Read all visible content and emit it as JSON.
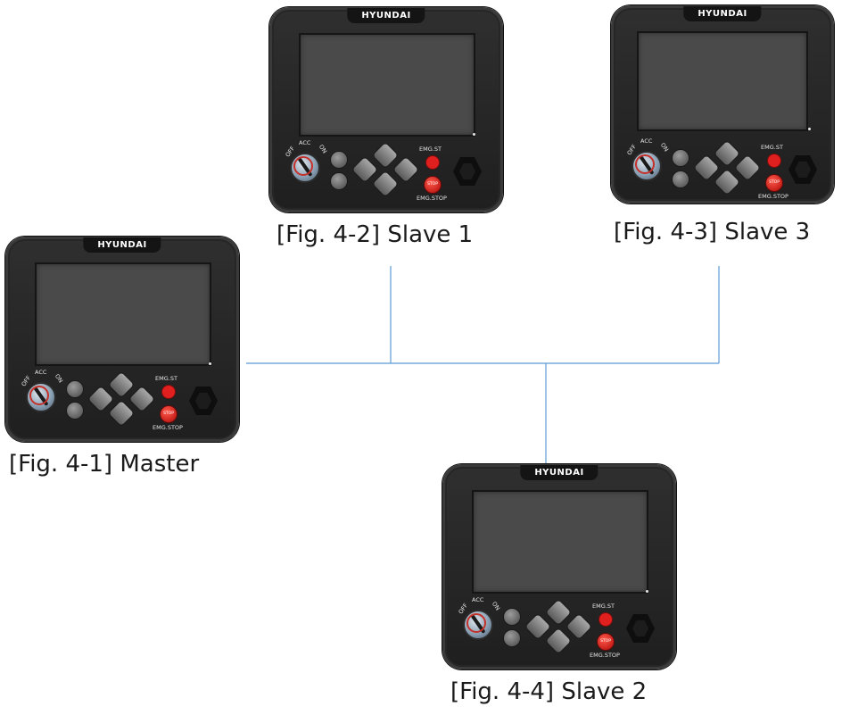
{
  "panel": {
    "brand": "HYUNDAI",
    "key_labels": {
      "off": "OFF",
      "acc": "ACC",
      "on": "ON"
    },
    "emg_st_label": "EMG.ST",
    "emg_stop_label": "EMG.STOP",
    "stop_button_text": "STOP"
  },
  "devices": [
    {
      "id": "master",
      "caption": "[Fig. 4-1] Master"
    },
    {
      "id": "slave1",
      "caption": "[Fig. 4-2] Slave 1"
    },
    {
      "id": "slave3",
      "caption": "[Fig. 4-3] Slave 3"
    },
    {
      "id": "slave2",
      "caption": "[Fig. 4-4] Slave 2"
    }
  ],
  "colors": {
    "connection_line": "#5b9bd5",
    "panel_body": "#262626",
    "screen": "#4a4a4a",
    "emergency_red": "#e01f1f"
  }
}
